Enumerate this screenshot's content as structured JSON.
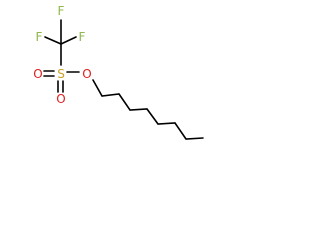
{
  "molecule": {
    "atoms": {
      "f_top": "F",
      "f_left": "F",
      "f_right": "F",
      "s": "S",
      "o_left": "O",
      "o_bottom": "O",
      "o_ester": "O"
    }
  },
  "colors": {
    "fluorine": "#8fb84a",
    "sulfur": "#c9a227",
    "oxygen": "#e02020",
    "bond": "#000000",
    "background": "#ffffff"
  }
}
